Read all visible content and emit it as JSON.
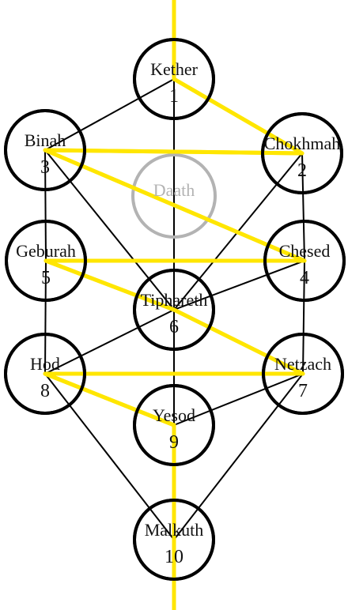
{
  "colors": {
    "background": "#ffffff",
    "circle_stroke": "#000000",
    "circle_fill": "#ffffff",
    "path_line": "#000000",
    "lightning_flash": "#ffe600",
    "daath": "#b3b3b3",
    "text": "#111111"
  },
  "sephirot": [
    {
      "id": "kether",
      "name": "Kether",
      "number": "1"
    },
    {
      "id": "chokhmah",
      "name": "Chokhmah",
      "number": "2"
    },
    {
      "id": "binah",
      "name": "Binah",
      "number": "3"
    },
    {
      "id": "chesed",
      "name": "Chesed",
      "number": "4"
    },
    {
      "id": "geburah",
      "name": "Geburah",
      "number": "5"
    },
    {
      "id": "tiphareth",
      "name": "Tiphareth",
      "number": "6"
    },
    {
      "id": "netzach",
      "name": "Netzach",
      "number": "7"
    },
    {
      "id": "hod",
      "name": "Hod",
      "number": "8"
    },
    {
      "id": "yesod",
      "name": "Yesod",
      "number": "9"
    },
    {
      "id": "malkuth",
      "name": "Malkuth",
      "number": "10"
    }
  ],
  "daath": {
    "name": "Daath"
  },
  "paths": [
    [
      "kether",
      "chokhmah"
    ],
    [
      "kether",
      "binah"
    ],
    [
      "kether",
      "tiphareth"
    ],
    [
      "chokhmah",
      "binah"
    ],
    [
      "chokhmah",
      "chesed"
    ],
    [
      "chokhmah",
      "tiphareth"
    ],
    [
      "binah",
      "geburah"
    ],
    [
      "binah",
      "tiphareth"
    ],
    [
      "chesed",
      "geburah"
    ],
    [
      "chesed",
      "tiphareth"
    ],
    [
      "chesed",
      "netzach"
    ],
    [
      "geburah",
      "tiphareth"
    ],
    [
      "geburah",
      "hod"
    ],
    [
      "tiphareth",
      "netzach"
    ],
    [
      "tiphareth",
      "hod"
    ],
    [
      "tiphareth",
      "yesod"
    ],
    [
      "netzach",
      "hod"
    ],
    [
      "netzach",
      "yesod"
    ],
    [
      "netzach",
      "malkuth"
    ],
    [
      "hod",
      "yesod"
    ],
    [
      "hod",
      "malkuth"
    ],
    [
      "yesod",
      "malkuth"
    ]
  ],
  "lightning_order": [
    "kether",
    "chokhmah",
    "binah",
    "chesed",
    "geburah",
    "tiphareth",
    "netzach",
    "hod",
    "yesod",
    "malkuth"
  ]
}
